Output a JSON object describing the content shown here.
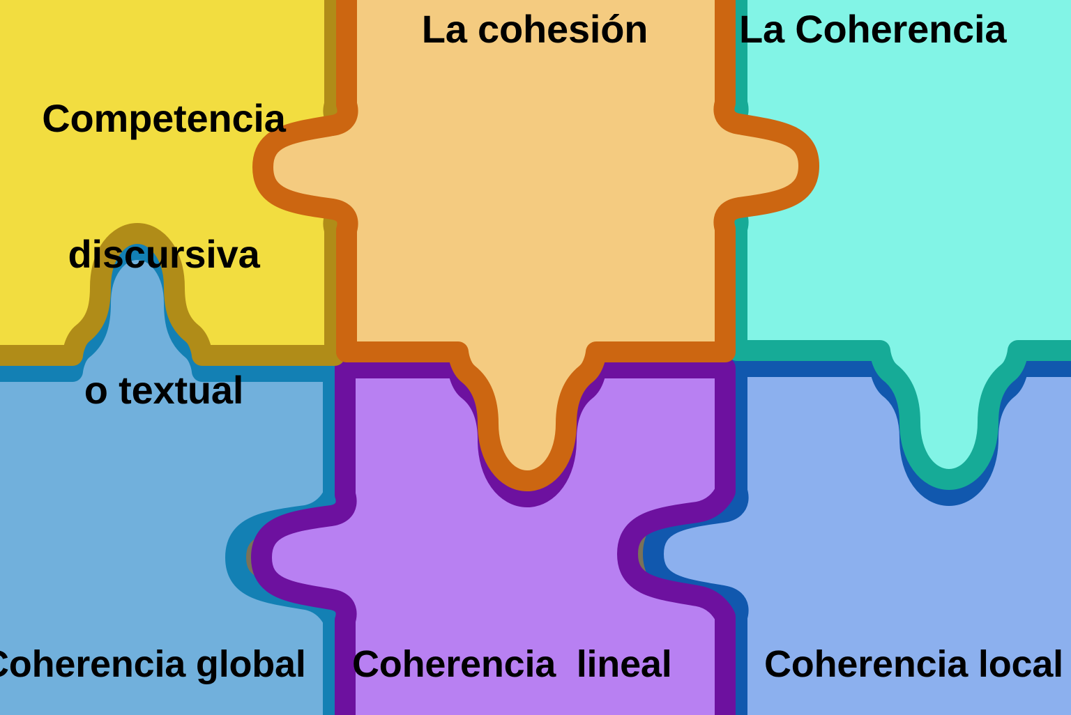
{
  "diagram": {
    "title": "Competencia discursiva o textual",
    "type": "jigsaw-puzzle",
    "background_color": "#7a7258",
    "rows": 2,
    "columns": 3
  },
  "pieces": [
    {
      "id": "yellow",
      "label": "Competencia\ndiscursiva\no textual",
      "label_line1": "Competencia",
      "label_line2": "discursiva",
      "label_line3": "o textual",
      "fill": "#f2dd40",
      "stroke": "#b08c18",
      "row": 1,
      "column": 1,
      "text_color": "#000000",
      "clipped_edge": "left"
    },
    {
      "id": "orange",
      "label": "La cohesión",
      "fill": "#f4cb80",
      "stroke": "#cc6611",
      "row": 1,
      "column": 2,
      "text_color": "#000000",
      "clipped_edge": "none"
    },
    {
      "id": "turquoise",
      "label": "La Coherencia",
      "fill": "#82f4e6",
      "stroke": "#16ab97",
      "row": 1,
      "column": 3,
      "text_color": "#000000",
      "clipped_edge": "right"
    },
    {
      "id": "blue-left",
      "label": "Coherencia global",
      "fill": "#71b0dc",
      "stroke": "#1380b4",
      "row": 2,
      "column": 1,
      "text_color": "#000000",
      "clipped_edge": "left"
    },
    {
      "id": "purple",
      "label": "Coherencia  lineal",
      "fill": "#b880f2",
      "stroke": "#6d119f",
      "row": 2,
      "column": 2,
      "text_color": "#000000",
      "clipped_edge": "none"
    },
    {
      "id": "blue-right",
      "label": "Coherencia local",
      "fill": "#8cb0ee",
      "stroke": "#1158ae",
      "row": 2,
      "column": 3,
      "text_color": "#000000",
      "clipped_edge": "right"
    }
  ]
}
